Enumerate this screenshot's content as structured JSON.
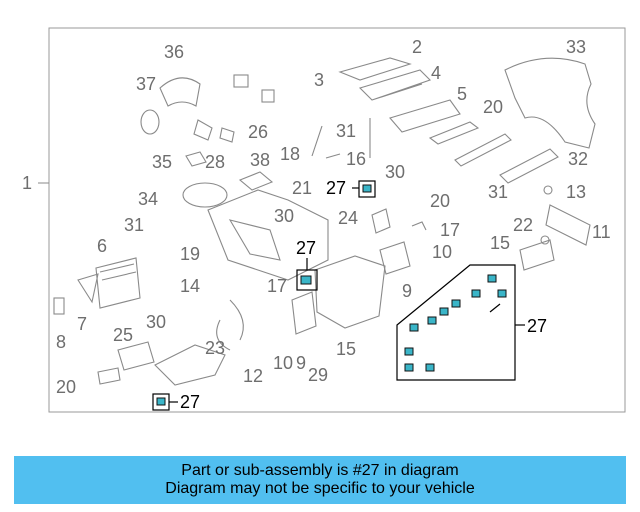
{
  "diagram": {
    "callouts": [
      "1",
      "2",
      "3",
      "4",
      "5",
      "6",
      "7",
      "8",
      "9",
      "10",
      "11",
      "12",
      "13",
      "14",
      "15",
      "16",
      "17",
      "17",
      "18",
      "19",
      "20",
      "20",
      "20",
      "21",
      "22",
      "23",
      "24",
      "25",
      "26",
      "27",
      "27",
      "27",
      "27",
      "28",
      "29",
      "30",
      "30",
      "30",
      "31",
      "31",
      "31",
      "32",
      "33",
      "34",
      "35",
      "36",
      "37",
      "38"
    ]
  },
  "colors": {
    "highlight": "#3ab5c8",
    "banner": "#51bff0"
  },
  "banner": {
    "line1": "Part or sub-assembly is #27 in diagram",
    "line2": "Diagram may not be specific to your vehicle"
  }
}
